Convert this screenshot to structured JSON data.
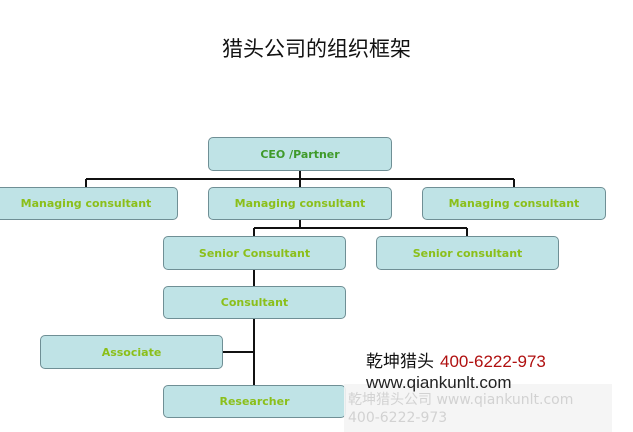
{
  "title": "猎头公司的组织框架",
  "nodes": {
    "ceo": "CEO /Partner",
    "managing_left": "Managing consultant",
    "managing_center": "Managing consultant",
    "managing_right": "Managing consultant",
    "senior_left": "Senior Consultant",
    "senior_right": "Senior consultant",
    "consultant": "Consultant",
    "associate": "Associate",
    "researcher": "Researcher"
  },
  "ad": {
    "company": "乾坤猎头",
    "phone": "400-6222-973",
    "url": "www.qiankunlt.com"
  },
  "watermark": {
    "line1": "乾坤猎头公司 www.qiankunlt.com",
    "line2": "400-6222-973"
  }
}
